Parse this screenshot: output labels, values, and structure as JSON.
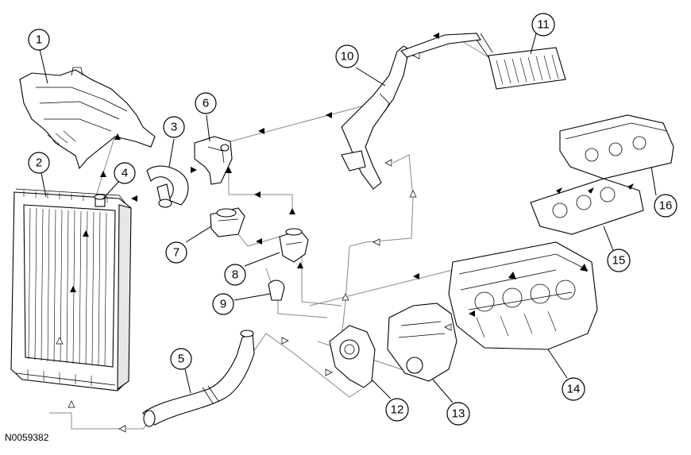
{
  "figure_code": "N0059382",
  "callouts": [
    {
      "id": "1",
      "label": "1"
    },
    {
      "id": "2",
      "label": "2"
    },
    {
      "id": "3",
      "label": "3"
    },
    {
      "id": "4",
      "label": "4"
    },
    {
      "id": "5",
      "label": "5"
    },
    {
      "id": "6",
      "label": "6"
    },
    {
      "id": "7",
      "label": "7"
    },
    {
      "id": "8",
      "label": "8"
    },
    {
      "id": "9",
      "label": "9"
    },
    {
      "id": "10",
      "label": "10"
    },
    {
      "id": "11",
      "label": "11"
    },
    {
      "id": "12",
      "label": "12"
    },
    {
      "id": "13",
      "label": "13"
    },
    {
      "id": "14",
      "label": "14"
    },
    {
      "id": "15",
      "label": "15"
    },
    {
      "id": "16",
      "label": "16"
    }
  ]
}
